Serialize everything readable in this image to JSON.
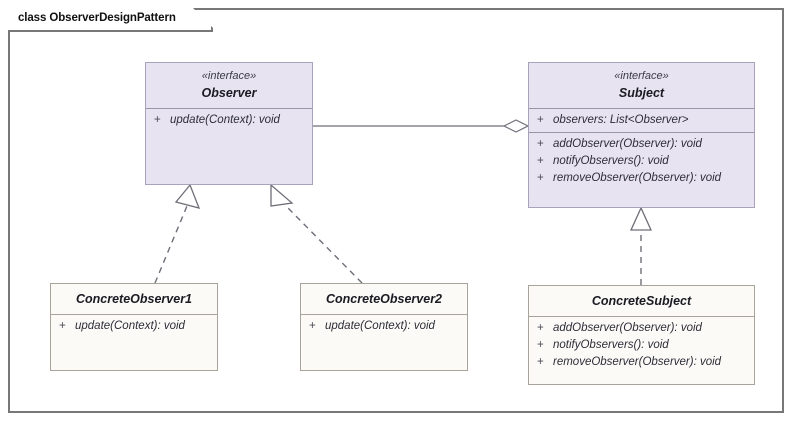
{
  "frame": {
    "title": "class ObserverDesignPattern"
  },
  "colors": {
    "interface_fill": "#e7e3f0",
    "interface_border": "#a9a2bb",
    "concrete_fill": "#fbfaf7",
    "concrete_border": "#a8a49c",
    "frame_border": "#777777",
    "connector": "#6e6e78",
    "canvas": "#ffffff"
  },
  "classes": {
    "observer": {
      "stereotype": "«interface»",
      "name": "Observer",
      "attributes": [],
      "operations": [
        {
          "visibility": "+",
          "text": "update(Context): void"
        }
      ]
    },
    "subject": {
      "stereotype": "«interface»",
      "name": "Subject",
      "attributes": [
        {
          "visibility": "+",
          "text": "observers: List<Observer>"
        }
      ],
      "operations": [
        {
          "visibility": "+",
          "text": "addObserver(Observer): void"
        },
        {
          "visibility": "+",
          "text": "notifyObservers(): void"
        },
        {
          "visibility": "+",
          "text": "removeObserver(Observer): void"
        }
      ]
    },
    "concrete_observer1": {
      "stereotype": "",
      "name": "ConcreteObserver1",
      "attributes": [],
      "operations": [
        {
          "visibility": "+",
          "text": "update(Context): void"
        }
      ]
    },
    "concrete_observer2": {
      "stereotype": "",
      "name": "ConcreteObserver2",
      "attributes": [],
      "operations": [
        {
          "visibility": "+",
          "text": "update(Context): void"
        }
      ]
    },
    "concrete_subject": {
      "stereotype": "",
      "name": "ConcreteSubject",
      "attributes": [],
      "operations": [
        {
          "visibility": "+",
          "text": "addObserver(Observer): void"
        },
        {
          "visibility": "+",
          "text": "notifyObservers(): void"
        },
        {
          "visibility": "+",
          "text": "removeObserver(Observer): void"
        }
      ]
    }
  },
  "relationships": [
    {
      "id": "subject-aggregates-observer",
      "kind": "aggregation",
      "from": "Subject",
      "to": "Observer",
      "line": "solid",
      "end_marker": "hollow-diamond"
    },
    {
      "id": "concreteobserver1-realizes-observer",
      "kind": "realization",
      "from": "ConcreteObserver1",
      "to": "Observer",
      "line": "dashed",
      "end_marker": "hollow-triangle"
    },
    {
      "id": "concreteobserver2-realizes-observer",
      "kind": "realization",
      "from": "ConcreteObserver2",
      "to": "Observer",
      "line": "dashed",
      "end_marker": "hollow-triangle"
    },
    {
      "id": "concretesubject-realizes-subject",
      "kind": "realization",
      "from": "ConcreteSubject",
      "to": "Subject",
      "line": "dashed",
      "end_marker": "hollow-triangle"
    }
  ]
}
